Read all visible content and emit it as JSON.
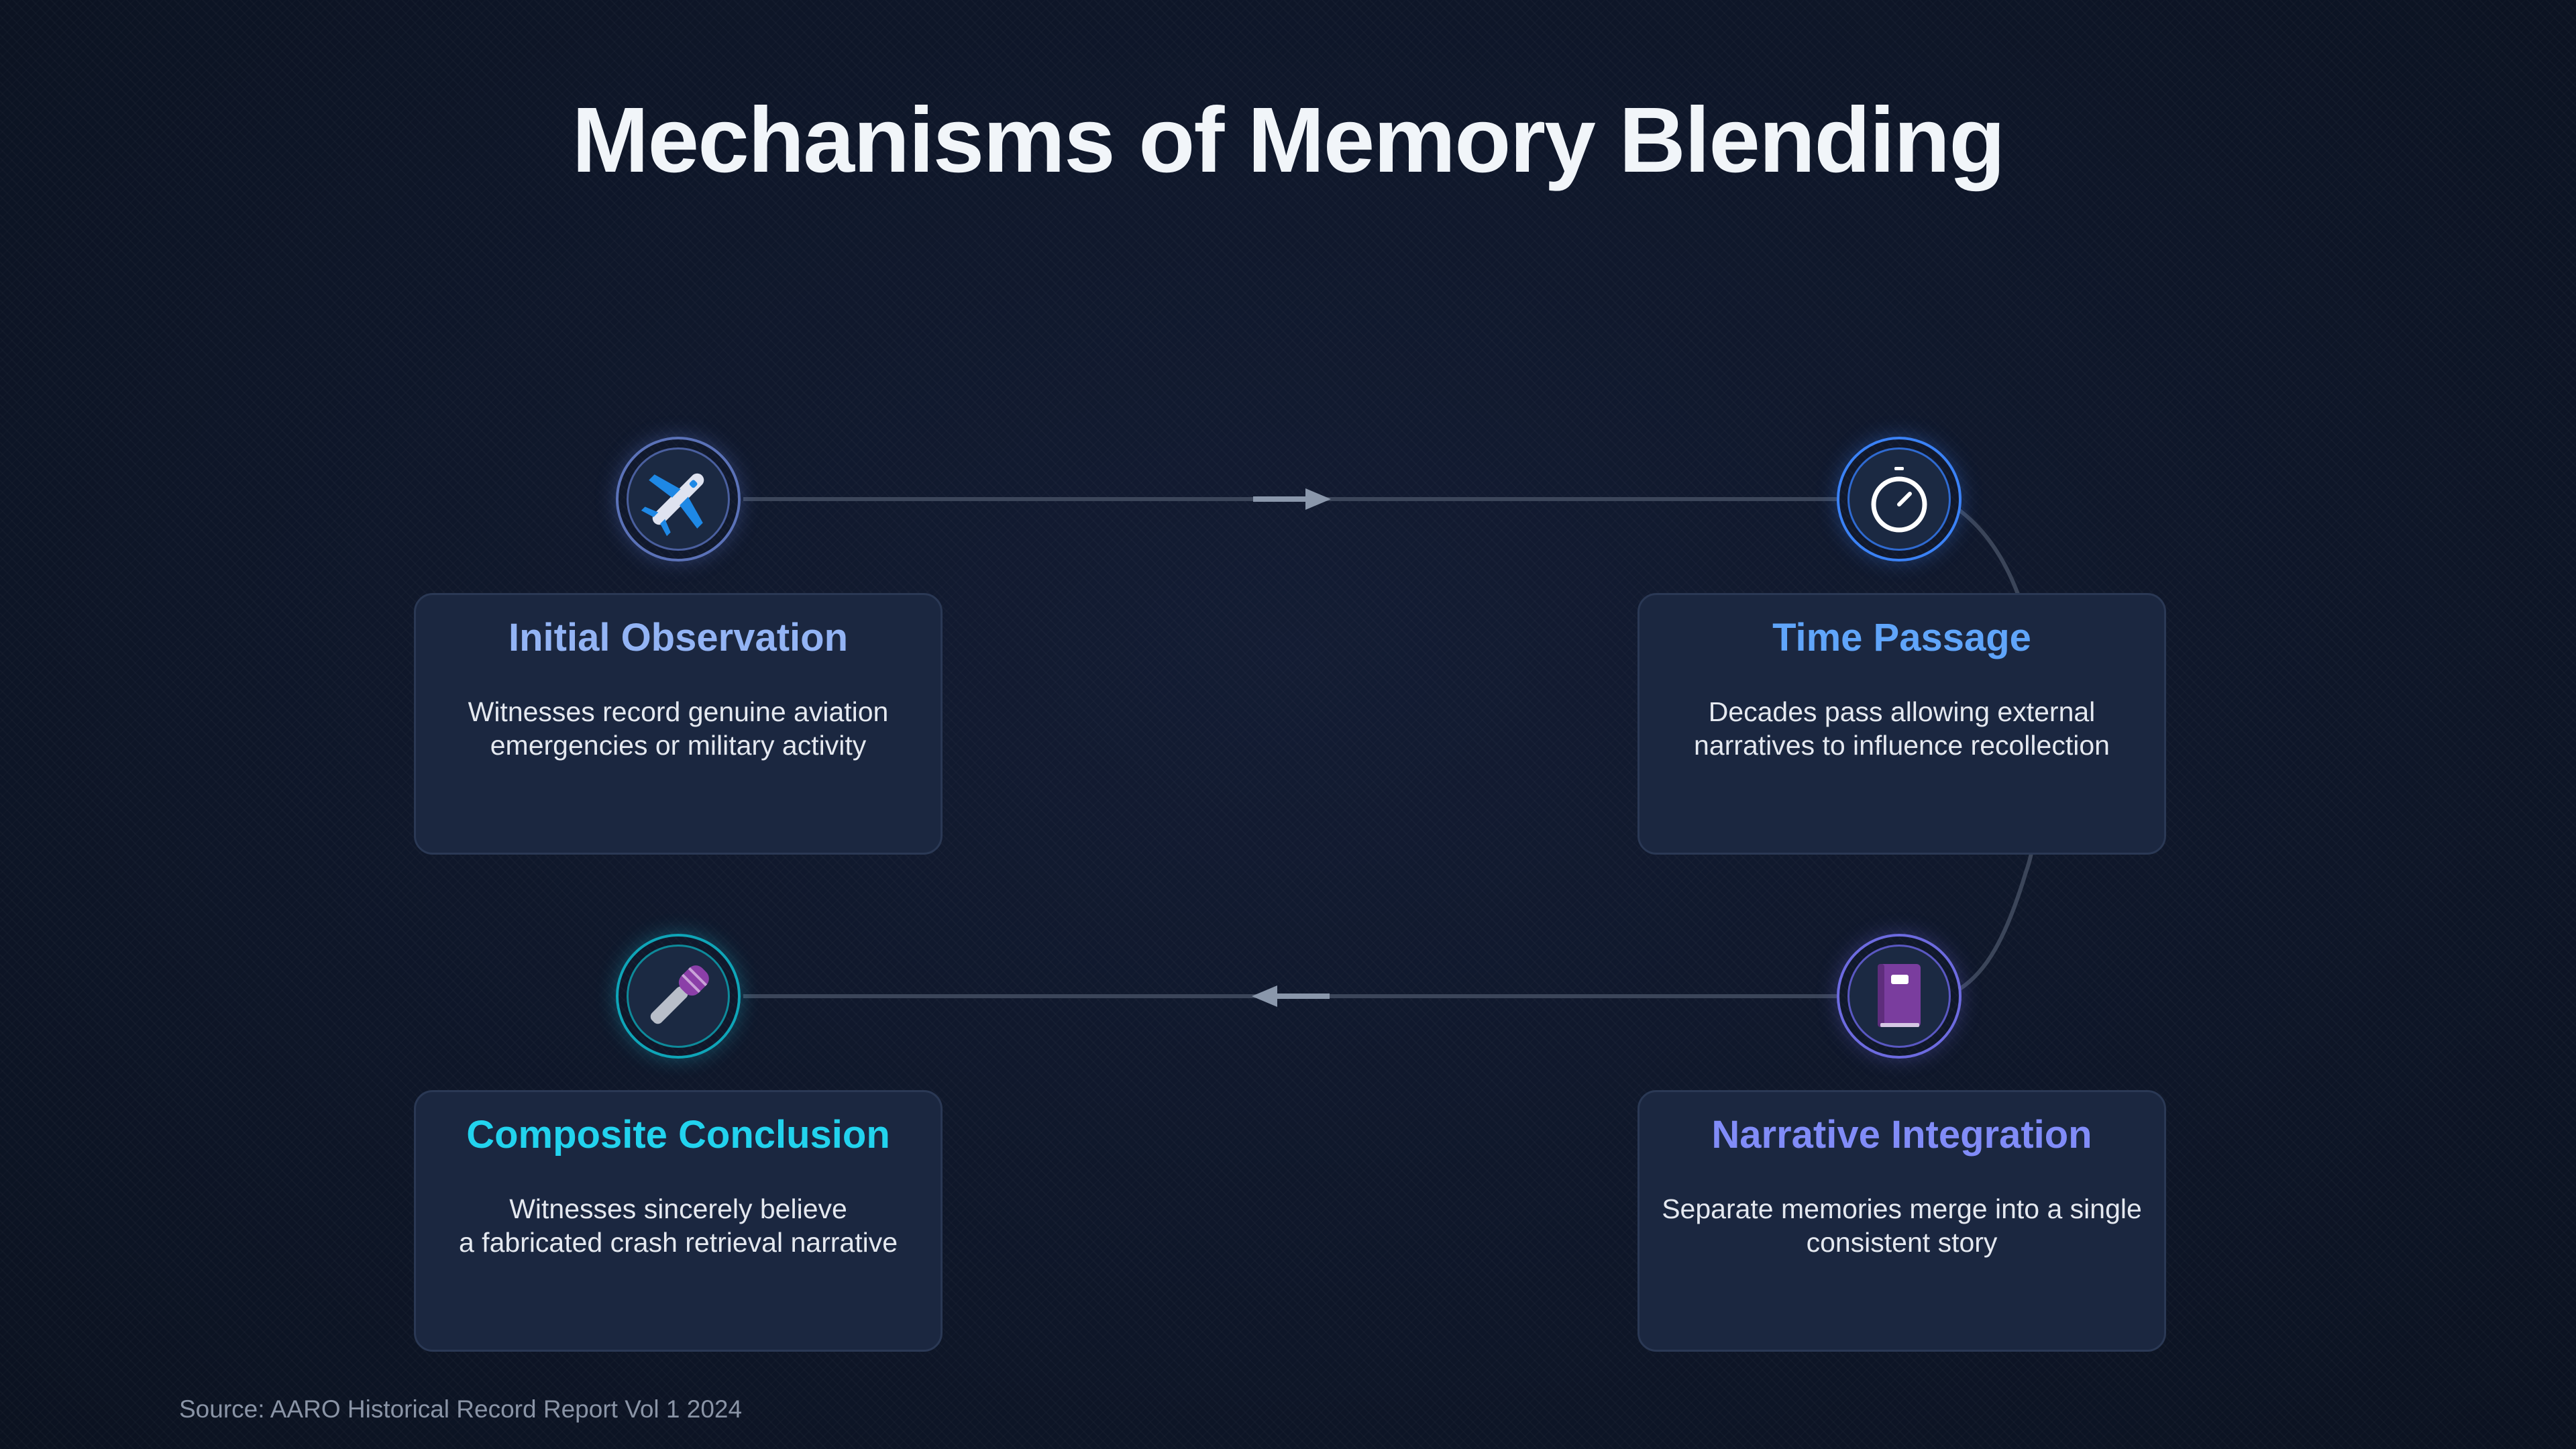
{
  "title": "Mechanisms of Memory Blending",
  "steps": [
    {
      "title": "Initial Observation",
      "description_line1": "Witnesses record genuine aviation",
      "description_line2": "emergencies or military activity",
      "icon": "airplane-icon",
      "color": "#93b4f5"
    },
    {
      "title": "Time Passage",
      "description_line1": "Decades pass allowing external",
      "description_line2": "narratives to influence recollection",
      "icon": "stopwatch-icon",
      "color": "#60a5fa"
    },
    {
      "title": "Narrative Integration",
      "description_line1": "Separate memories merge into a single",
      "description_line2": "consistent story",
      "icon": "book-icon",
      "color": "#818cf8"
    },
    {
      "title": "Composite Conclusion",
      "description_line1": "Witnesses sincerely believe",
      "description_line2": "a fabricated crash retrieval narrative",
      "icon": "microphone-icon",
      "color": "#22d3ee"
    }
  ],
  "source": "Source: AARO Historical Record Report Vol 1 2024"
}
